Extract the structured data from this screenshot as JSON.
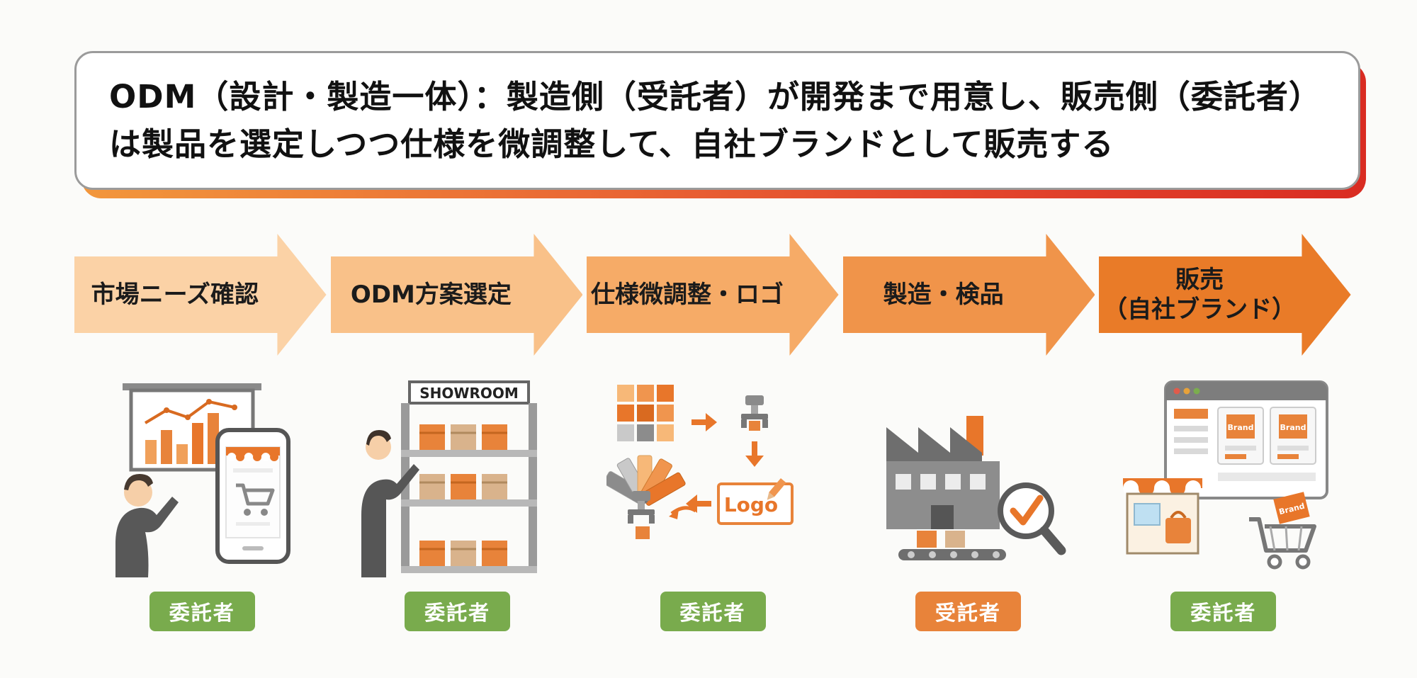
{
  "title": {
    "text": "ODM（設計・製造一体）：製造側（受託者）が開発まで用意し、販売側（委託者）は製品を選定しつつ仕様を微調整して、自社ブランドとして販売する"
  },
  "palette": {
    "accent_orange": "#e8762a",
    "banner_gradient_start": "#f2973c",
    "banner_gradient_end": "#d92c22",
    "role_client_green": "#79ab4d",
    "role_contractor_orange": "#e8833a"
  },
  "steps": [
    {
      "label": "市場ニーズ確認",
      "arrow_color": "#fbd2a6",
      "role": {
        "label": "委託者",
        "color": "#79ab4d"
      }
    },
    {
      "label": "ODM方案選定",
      "arrow_color": "#f9c189",
      "role": {
        "label": "委託者",
        "color": "#79ab4d"
      }
    },
    {
      "label": "仕様微調整・ロゴ",
      "arrow_color": "#f6ab67",
      "role": {
        "label": "委託者",
        "color": "#79ab4d"
      }
    },
    {
      "label": "製造・検品",
      "arrow_color": "#f0944a",
      "role": {
        "label": "受託者",
        "color": "#e8833a"
      }
    },
    {
      "label": "販売\n（自社ブランド）",
      "arrow_color": "#e97b28",
      "role": {
        "label": "委託者",
        "color": "#79ab4d"
      }
    }
  ],
  "illustrations": {
    "showroom_sign": "SHOWROOM",
    "logo_text": "Logo",
    "brand_text": "Brand"
  }
}
